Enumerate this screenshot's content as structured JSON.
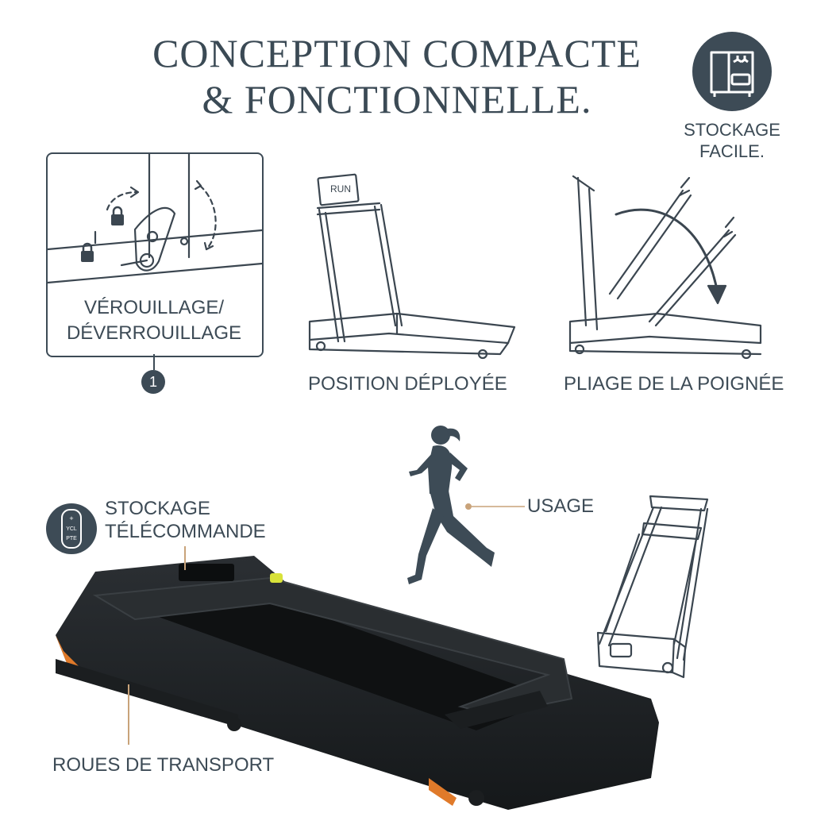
{
  "header": {
    "title_line1": "CONCEPTION COMPACTE",
    "title_line2": "& FONCTIONNELLE."
  },
  "storage": {
    "icon": "wardrobe-icon",
    "label_line1": "STOCKAGE",
    "label_line2": "FACILE."
  },
  "lock": {
    "label_line1": "VÉROUILLAGE/",
    "label_line2": "DÉVERROUILLAGE",
    "step_number": "1",
    "icon": "padlock-icon"
  },
  "positions": {
    "deployed_label": "POSITION DÉPLOYÉE",
    "screen_text": "RUN",
    "folding_label": "PLIAGE DE LA POIGNÉE"
  },
  "remote": {
    "label_line1": "STOCKAGE",
    "label_line2": "TÉLÉCOMMANDE",
    "btn_plus": "+",
    "btn_ycl": "YCL",
    "btn_pte": "PTE"
  },
  "usage": {
    "label": "USAGE",
    "icon": "runner-icon"
  },
  "wheels": {
    "label": "ROUES DE TRANSPORT"
  },
  "colors": {
    "primary": "#3d4b56",
    "accent_orange": "#e07a2a",
    "accent_yellow": "#d8e23a",
    "treadmill": "#1f2326"
  }
}
